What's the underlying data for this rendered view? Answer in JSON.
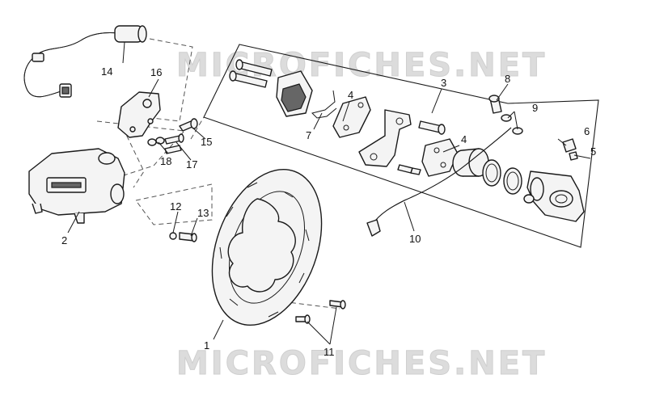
{
  "watermarks": [
    "MICROFICHES.NET",
    "MICROFICHES.NET"
  ],
  "callouts": {
    "c1": "1",
    "c2": "2",
    "c3": "3",
    "c4a": "4",
    "c4b": "4",
    "c5": "5",
    "c6": "6",
    "c7": "7",
    "c8": "8",
    "c9": "9",
    "c10": "10",
    "c11": "11",
    "c12": "12",
    "c13": "13",
    "c14": "14",
    "c15": "15",
    "c16": "16",
    "c17": "17",
    "c18": "18"
  },
  "colors": {
    "ink": "#1a1a1a",
    "watermark": "#dcdcdc",
    "background": "#ffffff"
  }
}
